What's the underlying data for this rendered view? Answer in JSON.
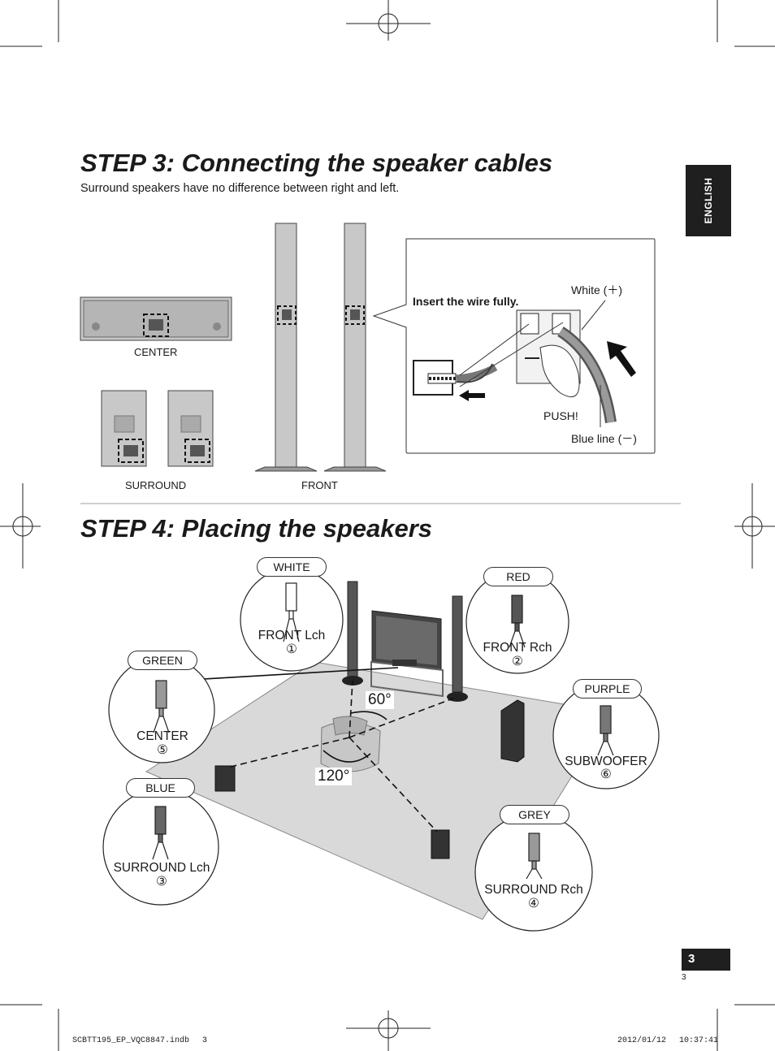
{
  "step3": {
    "title": "STEP 3: Connecting the speaker cables",
    "subtitle": "Surround speakers have no difference between right and left.",
    "label_center": "CENTER",
    "label_surround": "SURROUND",
    "label_front": "FRONT",
    "callout": {
      "instruction": "Insert the wire fully.",
      "white": "White (＋)",
      "push": "PUSH!",
      "blue": "Blue line (－)"
    }
  },
  "step4": {
    "title": "STEP 4: Placing the speakers",
    "angle_60": "60°",
    "angle_120": "120°",
    "connectors": [
      {
        "tag": "WHITE",
        "name": "FRONT Lch",
        "num": "①"
      },
      {
        "tag": "RED",
        "name": "FRONT Rch",
        "num": "②"
      },
      {
        "tag": "GREEN",
        "name": "CENTER",
        "num": "⑤"
      },
      {
        "tag": "PURPLE",
        "name": "SUBWOOFER",
        "num": "⑥"
      },
      {
        "tag": "BLUE",
        "name": "SURROUND Lch",
        "num": "③"
      },
      {
        "tag": "GREY",
        "name": "SURROUND Rch",
        "num": "④"
      }
    ]
  },
  "language_tab": "ENGLISH",
  "page_number": "3",
  "page_number_small": "3",
  "footer": {
    "file": "SCBTT195_EP_VQC8847.indb　 3",
    "timestamp": "2012/01/12　 10:37:41"
  },
  "colors": {
    "tab": "#1f1f1f",
    "floor": "#d9d9d9",
    "speaker": "#bdbdbd"
  }
}
